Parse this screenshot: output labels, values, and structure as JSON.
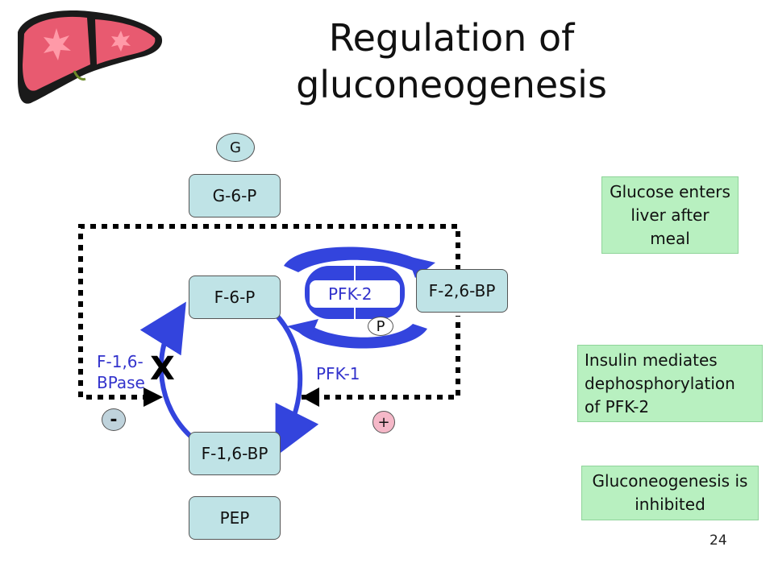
{
  "title": {
    "line1": "Regulation of",
    "line2": "gluconeogenesis"
  },
  "nodes": {
    "g": "G",
    "g6p": "G-6-P",
    "f6p": "F-6-P",
    "f16bp": "F-1,6-BP",
    "pep": "PEP",
    "f26bp": "F-2,6-BP"
  },
  "labels": {
    "pfk2": "PFK-2",
    "pfk1": "PFK-1",
    "f16bpase_line1": "F-1,6-",
    "f16bpase_line2": "BPase",
    "p": "P",
    "inhibit_x": "X",
    "minus": "-",
    "plus": "+"
  },
  "notes": {
    "glucose": "Glucose enters liver after meal",
    "insulin": "Insulin mediates dephosphorylation of PFK-2",
    "inhibited": "Gluconeogenesis is inhibited"
  },
  "page_number": "24",
  "colors": {
    "node_fill": "#bfe3e6",
    "note_fill": "#b8f0c0",
    "arrow_blue": "#3344dd",
    "label_blue": "#3333cc",
    "dotted_line": "#000000"
  },
  "icons": [
    "liver-icon"
  ]
}
